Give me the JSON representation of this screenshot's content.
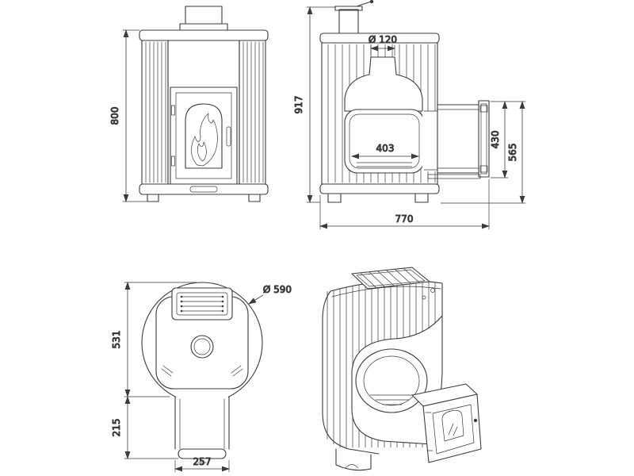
{
  "drawing": {
    "front_view": {
      "height_label": "800"
    },
    "side_view": {
      "total_height_label": "917",
      "chimney_diameter_label": "Ø 120",
      "firebox_width_label": "403",
      "portal_height_label": "430",
      "outlet_height_label": "565",
      "depth_label": "770"
    },
    "top_view": {
      "body_depth_label": "531",
      "tunnel_depth_label": "215",
      "tunnel_width_label": "257",
      "diameter_label": "Ø 590"
    },
    "style": {
      "line_color": "#3b3b3b",
      "background": "#ffffff"
    }
  }
}
